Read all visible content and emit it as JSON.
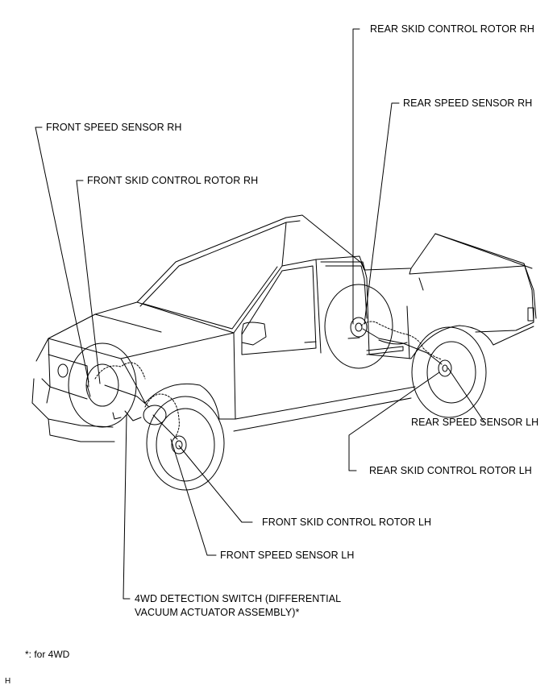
{
  "labels": {
    "rear_skid_rotor_rh": "REAR SKID CONTROL ROTOR RH",
    "rear_speed_sensor_rh": "REAR SPEED SENSOR RH",
    "front_speed_sensor_rh": "FRONT SPEED SENSOR RH",
    "front_skid_rotor_rh": "FRONT SKID CONTROL ROTOR RH",
    "rear_speed_sensor_lh": "REAR SPEED SENSOR LH",
    "rear_skid_rotor_lh": "REAR SKID CONTROL ROTOR LH",
    "front_skid_rotor_lh": "FRONT SKID CONTROL ROTOR LH",
    "front_speed_sensor_lh": "FRONT SPEED SENSOR LH",
    "wd_switch_line1": "4WD DETECTION SWITCH (DIFFERENTIAL",
    "wd_switch_line2": "VACUUM ACTUATOR ASSEMBLY)*"
  },
  "footnote": "*: for 4WD",
  "corner_mark": "H"
}
